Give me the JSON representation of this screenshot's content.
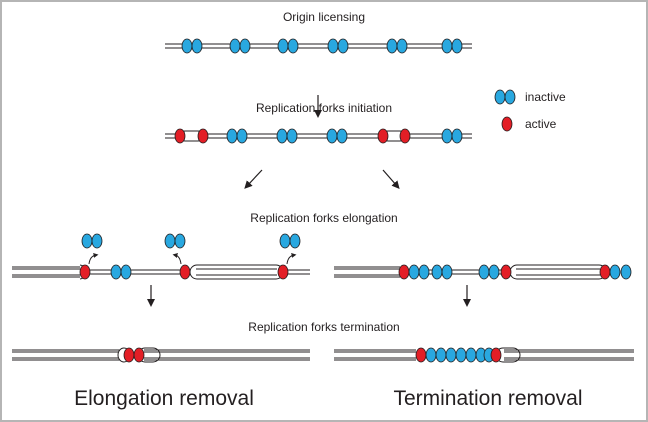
{
  "labels": {
    "origin_licensing": "Origin licensing",
    "initiation": "Replication forks initiation",
    "elongation": "Replication forks elongation",
    "termination": "Replication forks termination",
    "elongation_removal": "Elongation removal",
    "termination_removal": "Termination removal"
  },
  "legend": {
    "inactive": "inactive",
    "active": "active"
  },
  "colors": {
    "inactive": "#29a8e0",
    "active": "#e31e26",
    "dna": "#231f20"
  }
}
